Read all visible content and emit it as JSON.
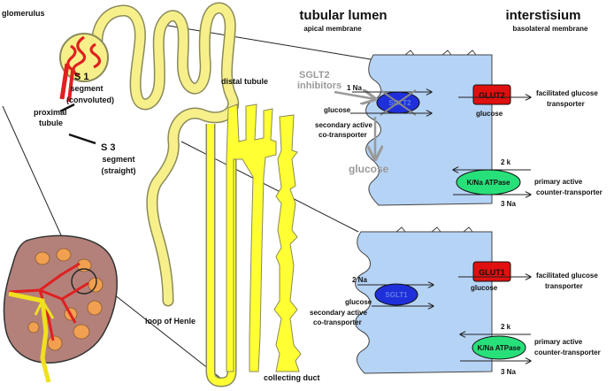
{
  "headers": {
    "tubular_lumen": "tubular lumen",
    "apical_membrane": "apical membrane",
    "interstisium": "interstisium",
    "basolateral_membrane": "basolateral membrane"
  },
  "nephron_labels": {
    "glomerulus": "glomerulus",
    "s1_line1": "S 1",
    "s1_line2": "segment",
    "s1_line3": "(convoluted)",
    "proximal_line1": "proximal",
    "proximal_line2": "tubule",
    "s3_line1": "S 3",
    "s3_line2": "segment",
    "s3_line3": "(straight)",
    "distal_tubule": "distal tubule",
    "loop_of_henle": "loop of Henle",
    "collecting_duct": "collecting duct"
  },
  "top_cell": {
    "inhibitor_line1": "SGLT2",
    "inhibitor_line2": "inhibitors",
    "na": "1 Na",
    "transporter": "SGLT2",
    "glucose_in": "glucose",
    "cotransporter_line1": "secondary active",
    "cotransporter_line2": "co-transporter",
    "glucose_blocked": "glucose",
    "glut": "GLUT2",
    "glut_glucose": "glucose",
    "facilitated_line1": "facilitated glucose",
    "facilitated_line2": "transporter",
    "k": "2 k",
    "atpase": "K/Na ATPase",
    "na_out": "3 Na",
    "primary_line1": "primary active",
    "primary_line2": "counter-transporter"
  },
  "bottom_cell": {
    "na": "2 Na",
    "transporter": "SGLT1",
    "glucose_in": "glucose",
    "cotransporter_line1": "secondary active",
    "cotransporter_line2": "co-transporter",
    "glut": "GLUT1",
    "glut_glucose": "glucose",
    "facilitated_line1": "facilitated glucose",
    "facilitated_line2": "transporter",
    "k": "2 k",
    "atpase": "K/Na ATPase",
    "na_out": "3 Na",
    "primary_line1": "primary active",
    "primary_line2": "counter-transporter"
  },
  "colors": {
    "nephron_fill": "#ffff33",
    "tubule_light": "#f7f08a",
    "glomerulus": "#e02020",
    "kidney_outer": "#b3817a",
    "kidney_medulla": "#f0a050",
    "cell_fill": "#b5d3f5",
    "sglt": "#1f2fd9",
    "glut": "#e01010",
    "atpase": "#28e07a"
  }
}
